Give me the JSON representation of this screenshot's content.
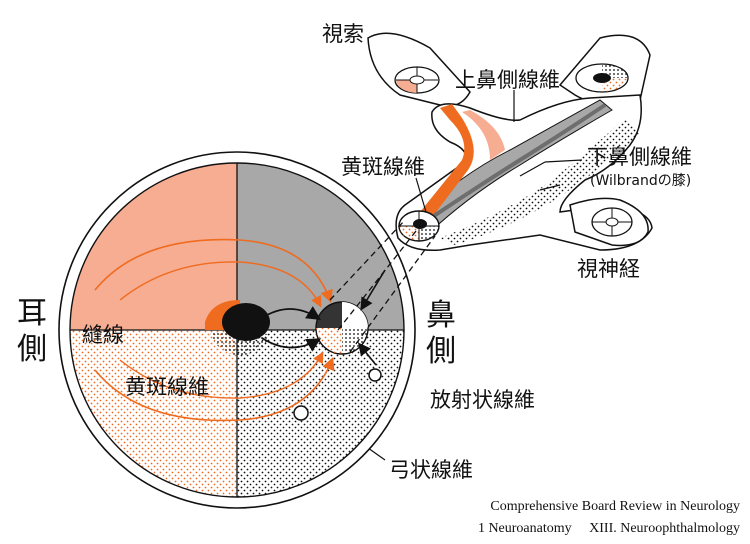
{
  "colors": {
    "orange": "#ef6b1f",
    "salmon": "#f6ad92",
    "gray": "#a8a8a8",
    "darkgray": "#6e6e6e",
    "black": "#111111"
  },
  "labels": {
    "optic_tract": "視索",
    "upper_nasal_fibers": "上鼻側線維",
    "macular_fibers_top": "黄斑線維",
    "lower_nasal_fibers": "下鼻側線維",
    "wilbrand_knee": "(Wilbrandの膝)",
    "optic_nerve": "視神経",
    "temporal_side": "耳側",
    "nasal_side": "鼻側",
    "raphe": "縫線",
    "macular_fibers_bottom": "黄斑線維",
    "radial_fibers": "放射状線維",
    "arcuate_fibers": "弓状線維"
  },
  "caption": {
    "line1": "Comprehensive Board Review in Neurology",
    "line2": "1 Neuroanatomy  XIII. Neuroophthalmology"
  }
}
